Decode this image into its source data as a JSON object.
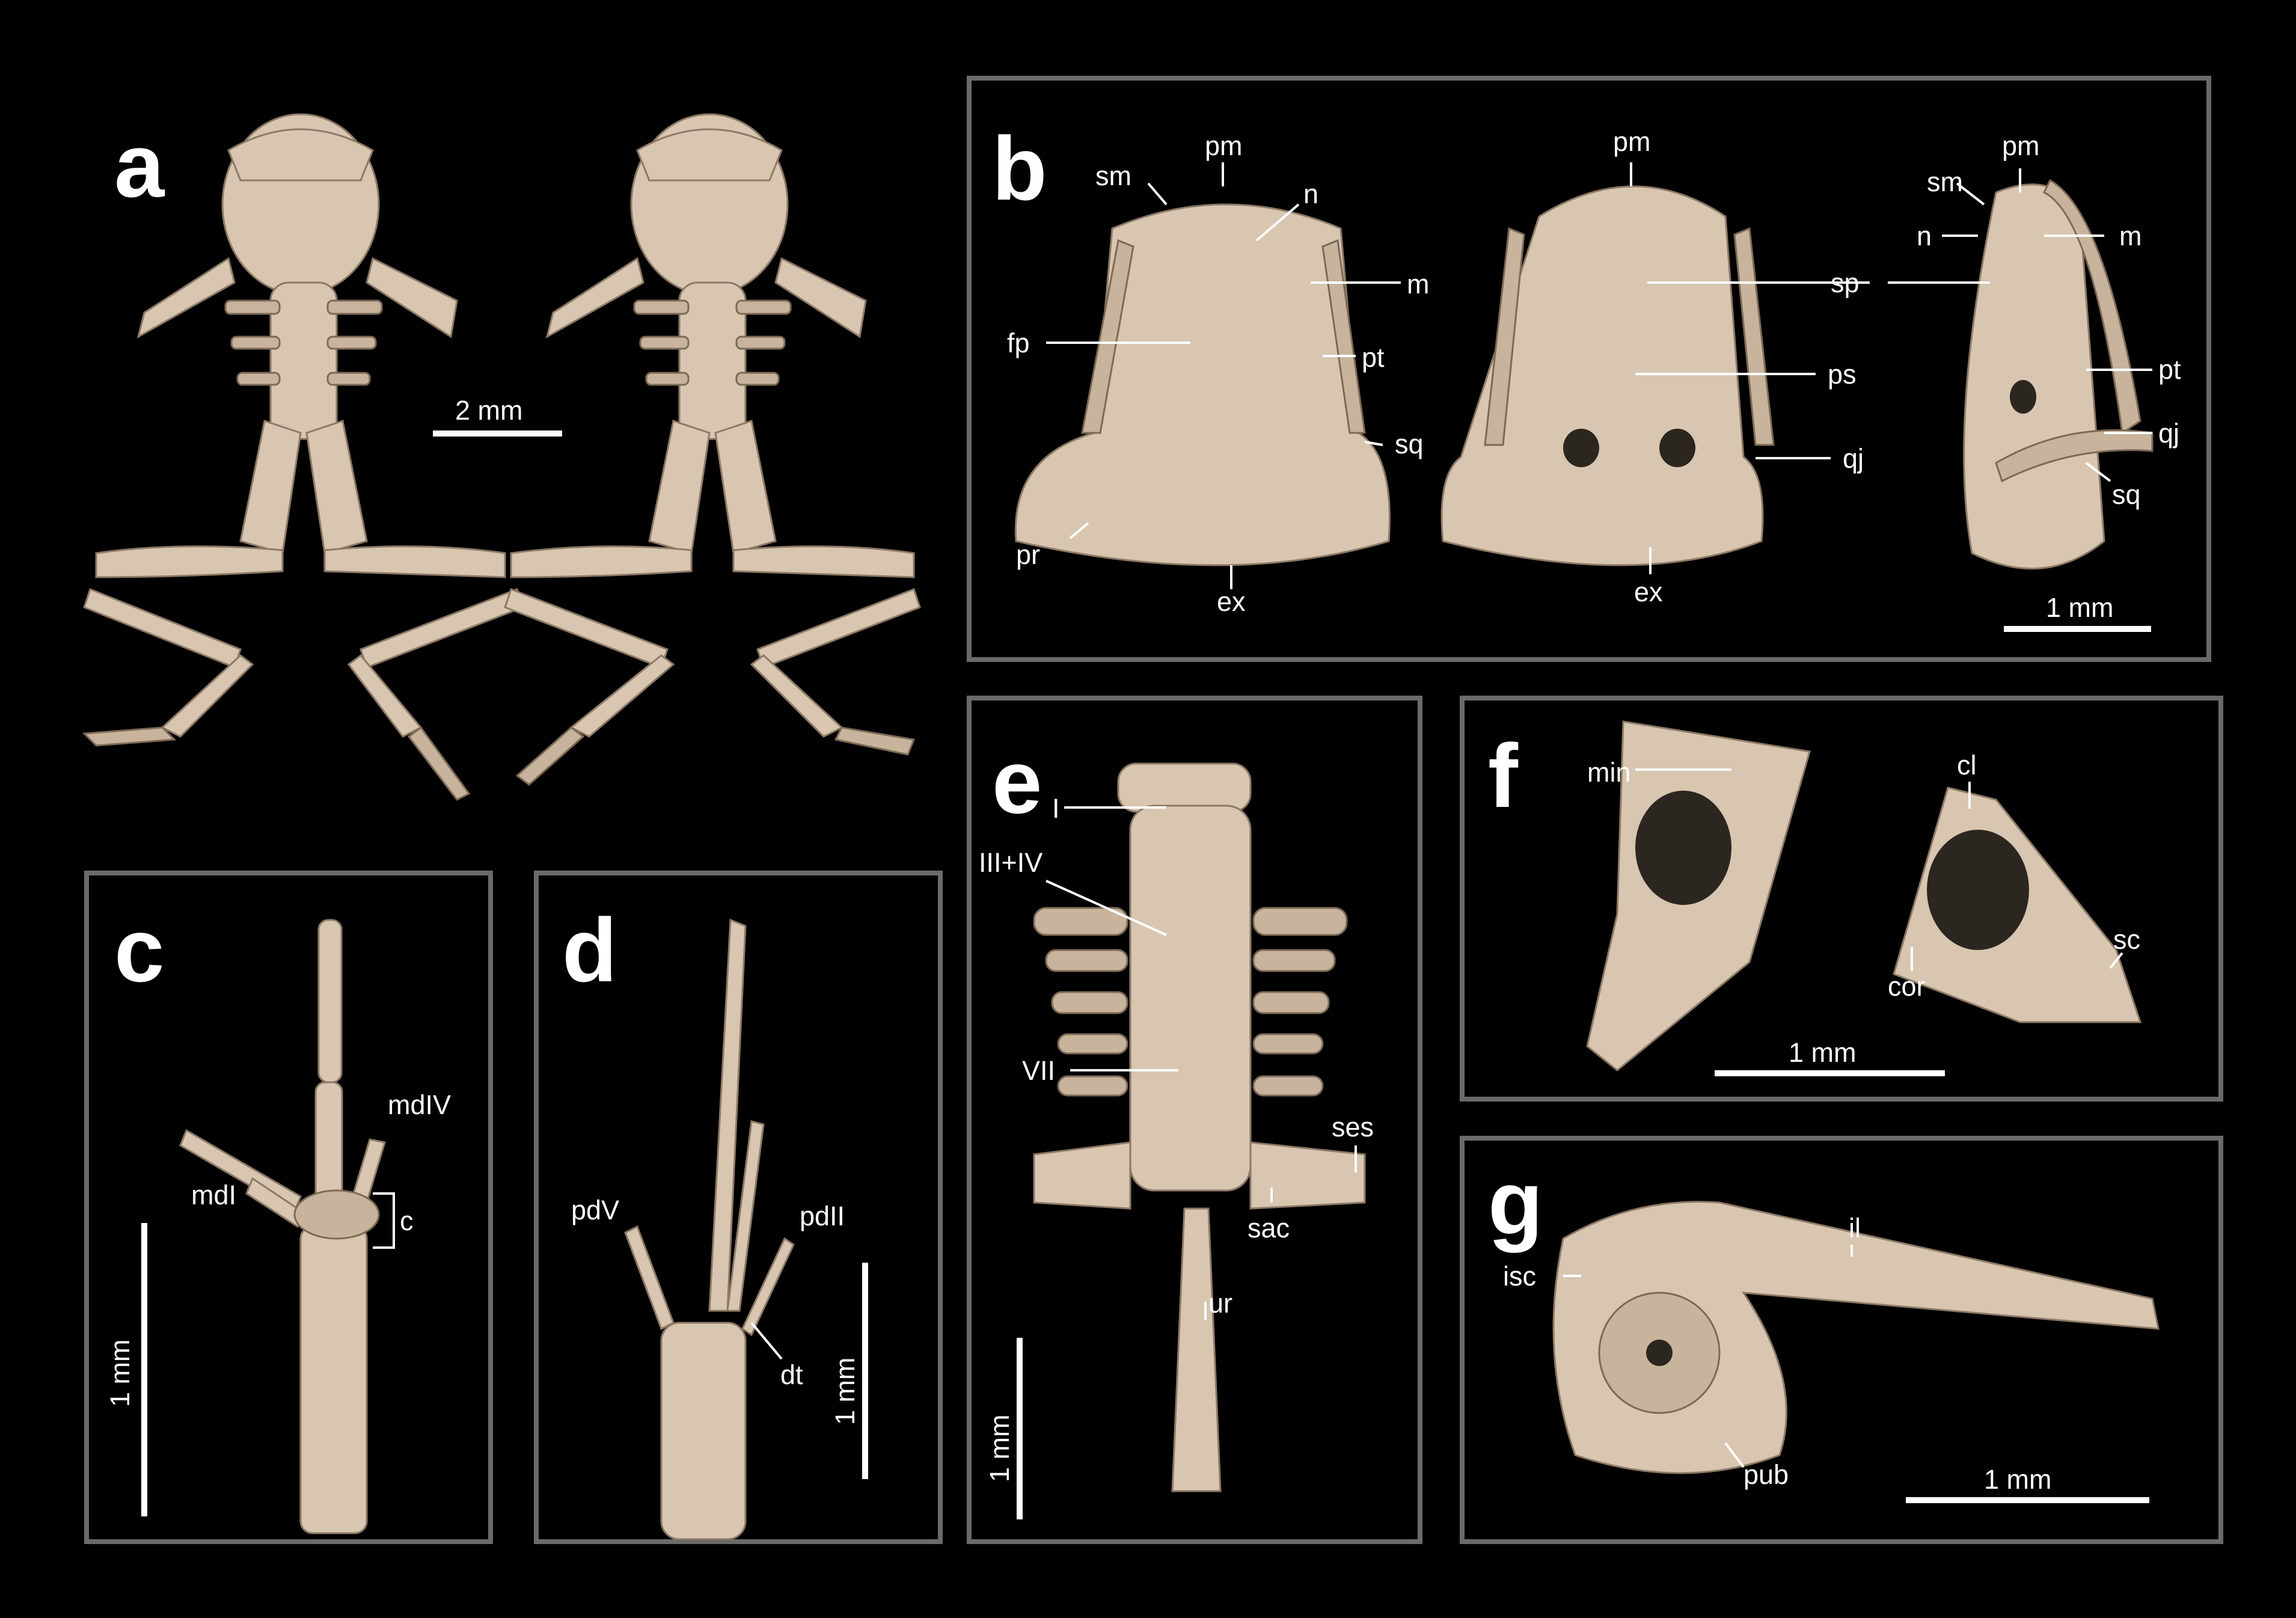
{
  "panels": {
    "a": {
      "label": "a",
      "scale": "2 mm"
    },
    "b": {
      "label": "b",
      "scale": "1 mm",
      "labels": {
        "pm1": "pm",
        "sm1": "sm",
        "n1": "n",
        "fp": "fp",
        "m1": "m",
        "pt1": "pt",
        "sq1": "sq",
        "pr": "pr",
        "ex1": "ex",
        "pm2": "pm",
        "sp": "sp",
        "ps": "ps",
        "qj2": "qj",
        "ex2": "ex",
        "pm3": "pm",
        "sm3": "sm",
        "n3": "n",
        "m3": "m",
        "pt3": "pt",
        "qj3": "qj",
        "sq3": "sq"
      }
    },
    "c": {
      "label": "c",
      "scale": "1 mm",
      "labels": {
        "mdIV": "mdIV",
        "mdI": "mdI",
        "c": "c"
      }
    },
    "d": {
      "label": "d",
      "scale": "1 mm",
      "labels": {
        "pdV": "pdV",
        "pdII": "pdII",
        "dt": "dt"
      }
    },
    "e": {
      "label": "e",
      "scale": "1 mm",
      "labels": {
        "I": "I",
        "III_IV": "III+IV",
        "VII": "VII",
        "ses": "ses",
        "sac": "sac",
        "ur": "ur"
      }
    },
    "f": {
      "label": "f",
      "scale": "1 mm",
      "labels": {
        "min": "min",
        "cl": "cl",
        "cor": "cor",
        "sc": "sc"
      }
    },
    "g": {
      "label": "g",
      "scale": "1 mm",
      "labels": {
        "il": "il",
        "isc": "isc",
        "pub": "pub"
      }
    }
  },
  "colors": {
    "background": "#000000",
    "frame": "#6a6a6a",
    "bone": "#d8c6b0",
    "text": "#ffffff"
  }
}
